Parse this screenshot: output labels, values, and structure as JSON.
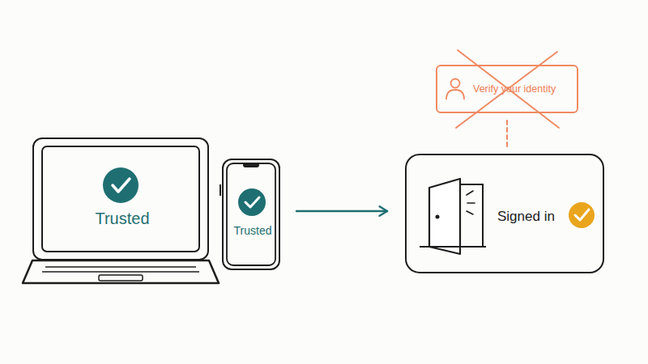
{
  "diagram": {
    "nodes": [
      {
        "text": [
          "Trusted"
        ]
      },
      {
        "text": [
          "Trusted"
        ]
      },
      {
        "text": [
          "Verify your identity"
        ]
      },
      {
        "text": [
          "Signed in"
        ]
      }
    ],
    "edges": [
      {
        "from": 1,
        "to": 3,
        "arrow": "to"
      },
      {
        "from": 2,
        "to": 3,
        "arrow": "none"
      }
    ]
  }
}
